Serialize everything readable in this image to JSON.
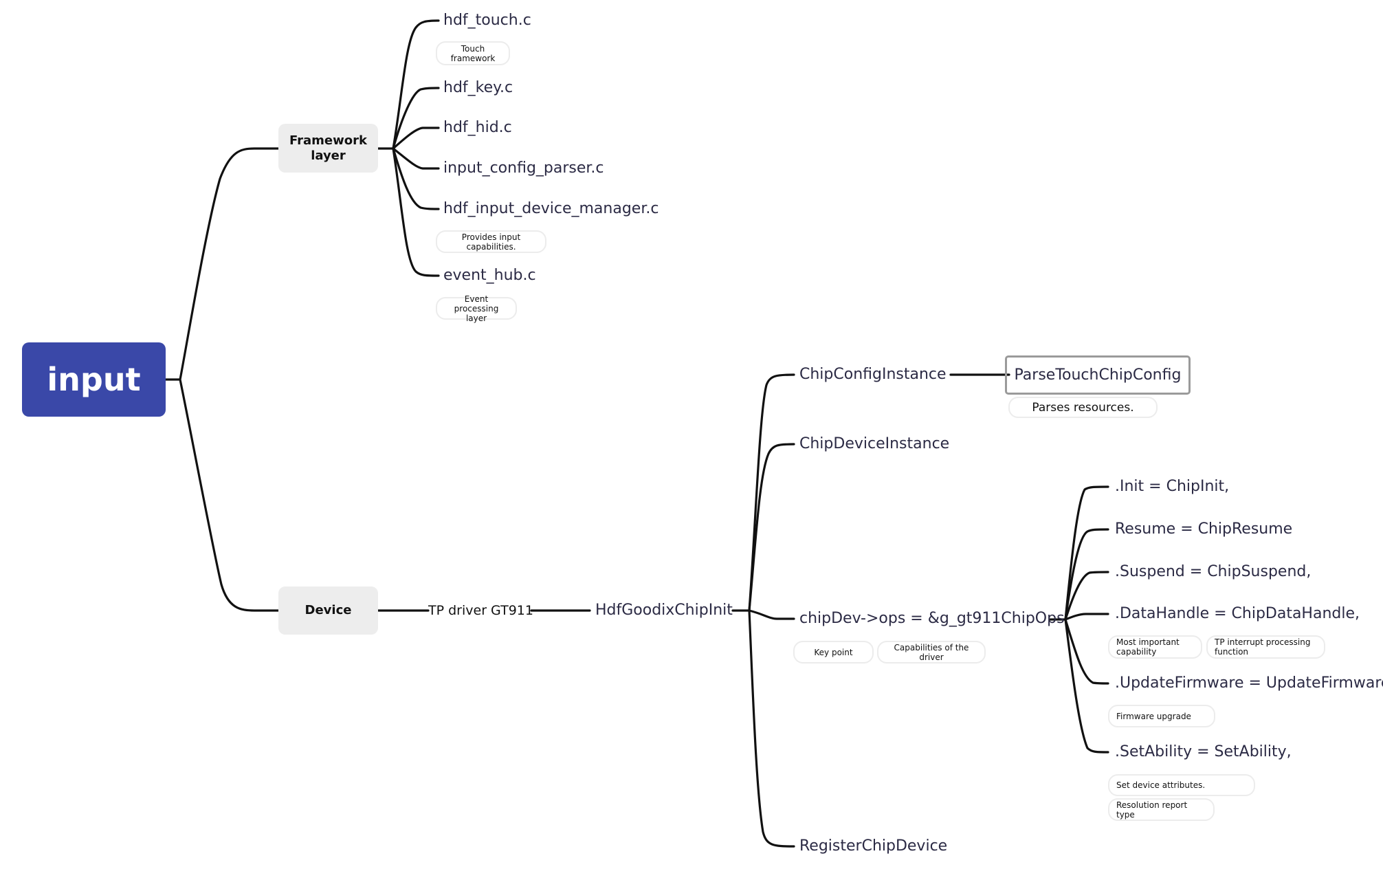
{
  "root": {
    "label": "input",
    "color": "#3a48a8"
  },
  "framework": {
    "label": "Framework layer",
    "label_lines": [
      "Framework",
      "layer"
    ],
    "children": [
      {
        "label": "hdf_touch.c",
        "notes": [
          "Touch framework"
        ]
      },
      {
        "label": "hdf_key.c",
        "notes": []
      },
      {
        "label": "hdf_hid.c",
        "notes": []
      },
      {
        "label": "input_config_parser.c",
        "notes": []
      },
      {
        "label": "hdf_input_device_manager.c",
        "notes": [
          "Provides input capabilities."
        ]
      },
      {
        "label": "event_hub.c",
        "notes": [
          "Event processing layer"
        ]
      }
    ]
  },
  "device": {
    "label": "Device",
    "driver": {
      "label": "TP driver GT911",
      "init": {
        "label": "HdfGoodixChipInit",
        "children": {
          "config": {
            "label": "ChipConfigInstance",
            "child": {
              "label": "ParseTouchChipConfig",
              "note": "Parses resources."
            }
          },
          "device_instance": {
            "label": "ChipDeviceInstance"
          },
          "ops": {
            "label": "chipDev->ops = &g_gt911ChipOps",
            "notes": [
              "Key point",
              "Capabilities of the driver"
            ],
            "children": [
              {
                "label": ".Init = ChipInit,",
                "notes": []
              },
              {
                "label": "Resume = ChipResume",
                "notes": []
              },
              {
                "label": ".Suspend = ChipSuspend,",
                "notes": []
              },
              {
                "label": ".DataHandle = ChipDataHandle,",
                "notes": [
                  "Most important capability",
                  "TP interrupt processing function"
                ]
              },
              {
                "label": ".UpdateFirmware = UpdateFirmware,",
                "notes": [
                  "Firmware upgrade"
                ]
              },
              {
                "label": ".SetAbility = SetAbility,",
                "notes": [
                  "Set device attributes.",
                  "Resolution report type"
                ]
              }
            ]
          },
          "register": {
            "label": "RegisterChipDevice"
          }
        }
      }
    }
  }
}
